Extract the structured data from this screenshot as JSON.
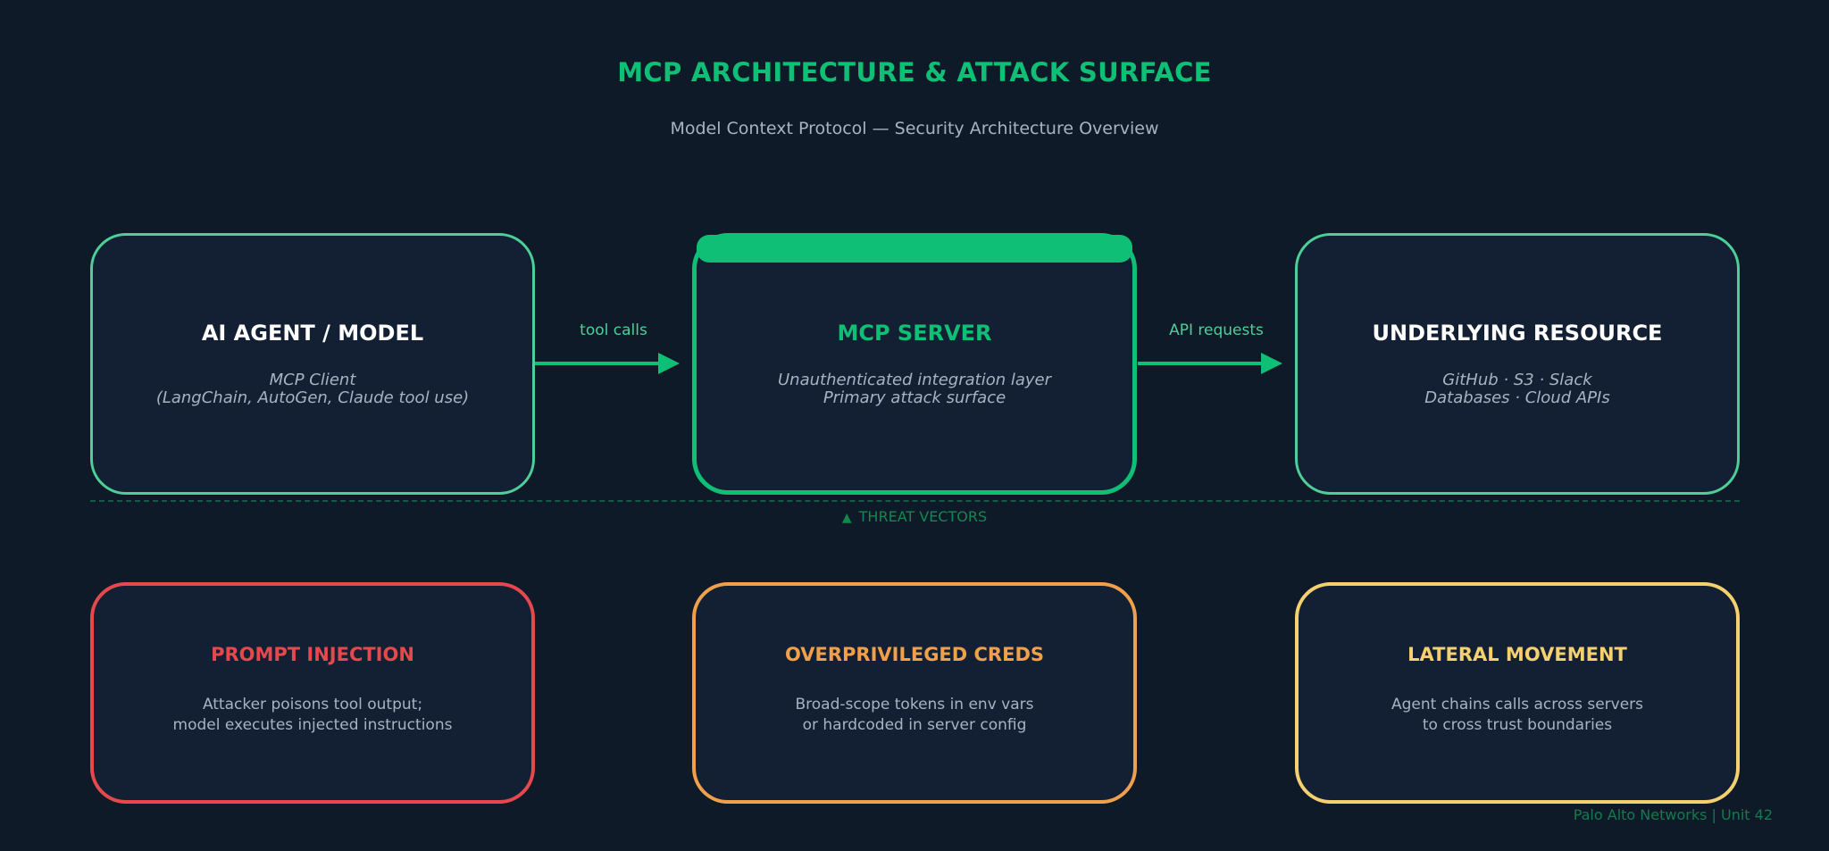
{
  "header": {
    "title": "MCP ARCHITECTURE & ATTACK SURFACE",
    "subtitle": "Model Context Protocol — Security Architecture Overview"
  },
  "architecture": {
    "agent": {
      "title": "AI AGENT / MODEL",
      "desc_lines": [
        "MCP Client",
        "(LangChain, AutoGen, Claude tool use)"
      ]
    },
    "server": {
      "title": "MCP SERVER",
      "desc_lines": [
        "Unauthenticated integration layer",
        "Primary attack surface"
      ]
    },
    "resource": {
      "title": "UNDERLYING RESOURCE",
      "desc_lines": [
        "GitHub · S3 · Slack",
        "Databases · Cloud APIs"
      ]
    },
    "arrow_left_label": "tool calls",
    "arrow_right_label": "API requests"
  },
  "threat_section": {
    "marker": "▲",
    "label": "THREAT VECTORS"
  },
  "threats": [
    {
      "title": "PROMPT INJECTION",
      "color": "#e5484d",
      "desc_lines": [
        "Attacker poisons tool output;",
        "model executes injected instructions"
      ]
    },
    {
      "title": "OVERPRIVILEGED CREDS",
      "color": "#f0a04b",
      "desc_lines": [
        "Broad-scope tokens in env vars",
        "or hardcoded in server config"
      ]
    },
    {
      "title": "LATERAL MOVEMENT",
      "color": "#f5d06f",
      "desc_lines": [
        "Agent chains calls across servers",
        "to cross trust boundaries"
      ]
    }
  ],
  "footer": "Palo Alto Networks  |  Unit 42",
  "colors": {
    "background": "#0e1a28",
    "accent": "#10bf76",
    "box_fill": "#132033",
    "muted_text": "#a8b3c2"
  }
}
